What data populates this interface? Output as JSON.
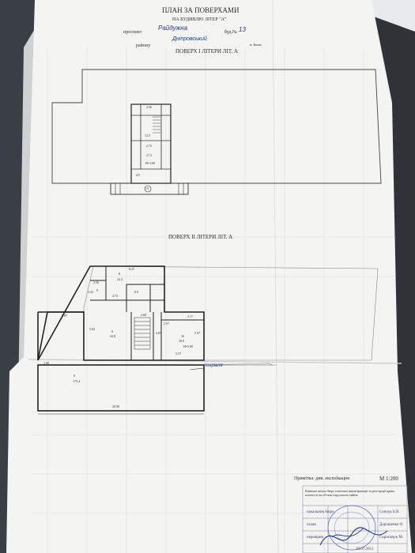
{
  "header": {
    "title": "ПЛАН ЗА ПОВЕРХАМИ",
    "subtitle": "НА БУДИВЛЮ ЛІТЕР \"А\"",
    "street_label": "проспект",
    "street_value": "Райдужна",
    "building_label": "буд.№",
    "building_value": "13",
    "district_value": "Дніпровський",
    "district_label": "району",
    "city": "м. Києва"
  },
  "floor1": {
    "heading": "ПОВЕРХ І ЛІТЕРИ ЛІТ. А",
    "dims": [
      "2.56",
      "12.5",
      "2.75",
      "17.2",
      "H=1.00",
      "4.5",
      "13"
    ]
  },
  "floor2": {
    "heading": "ПОВЕРХ ІІ ЛІТЕРИ ЛІТ. А",
    "dims": [
      "8.27",
      "8",
      "24.3",
      "2.56",
      "4.43",
      "9",
      "8.9",
      "2.73",
      "5.87",
      "5.84",
      "2.68",
      "6",
      "32.8",
      "2.57",
      "2.17",
      "4.87",
      "16",
      "29.0",
      "H=3.00",
      "5.97",
      "5.57",
      "1.00",
      "6",
      "175.4",
      "20.90"
    ],
    "roof_note": "покрівля"
  },
  "stamp": {
    "note": "Примітка: див. експлікацію",
    "scale": "М 1:200",
    "org": "Київське міське бюро технічної інвентаризації та реєстрації права власності на об'єкти нерухомого майна",
    "rows": [
      {
        "role": "начальник бюро",
        "name": "Сенчук Б.В."
      },
      {
        "role": "склав",
        "name": "Дорошенко О."
      },
      {
        "role": "перевірив",
        "name": "Скрипачук М."
      }
    ],
    "date": "19.07.2012"
  }
}
